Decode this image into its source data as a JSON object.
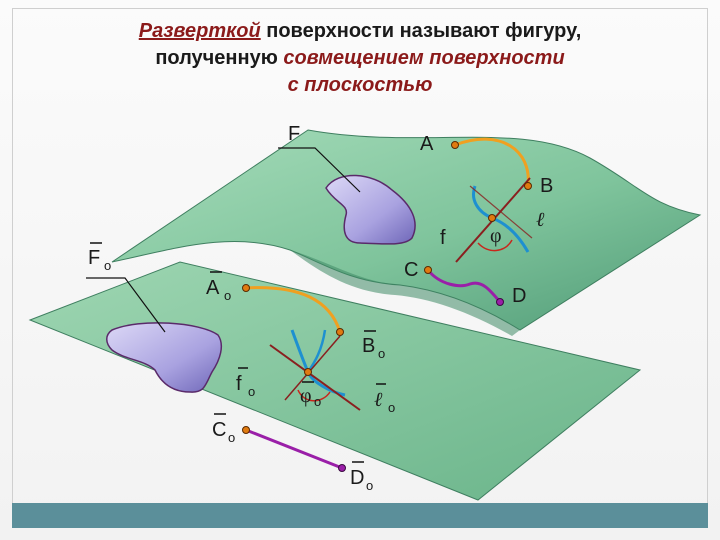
{
  "title": {
    "part1_underlined": "Разверткой",
    "part2": " поверхности называют фигуру,",
    "part3": "полученную ",
    "part4_emphasis": "совмещением поверхности",
    "part5_emphasis": "с плоскостью"
  },
  "labels": {
    "F": "F",
    "A": "A",
    "B": "B",
    "f": "f",
    "l": "ℓ",
    "phi": "φ",
    "C": "C",
    "D": "D",
    "F0": "F",
    "A0": "A",
    "B0": "B",
    "f0": "f",
    "phi0": "φ",
    "l0": "ℓ",
    "C0": "C",
    "D0": "D",
    "subscript": "о"
  },
  "colors": {
    "surface": "#7fc49c",
    "surface_dark": "#4f9a76",
    "figure": "#a9a2e0",
    "arc_orange": "#f0a020",
    "curve_blue": "#1e90d0",
    "curve_purple": "#9a1fa8",
    "line_red": "#8a1f1f",
    "point_orange": "#e07a10",
    "bottom_bar": "#5b8f9a"
  }
}
